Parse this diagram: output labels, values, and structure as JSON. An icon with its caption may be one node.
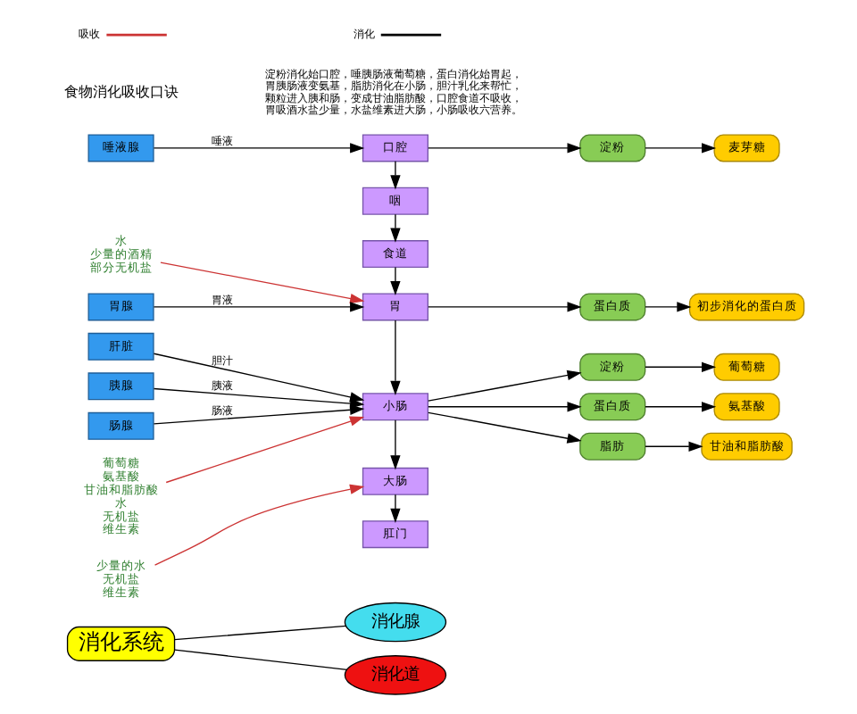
{
  "diagram": {
    "nodes": [
      {
        "text": [
          "消化系统"
        ]
      },
      {
        "text": [
          "消化腺"
        ]
      },
      {
        "text": [
          "消化道"
        ]
      },
      {
        "text": [
          "唾液腺"
        ]
      },
      {
        "text": [
          "口腔"
        ]
      },
      {
        "text": [
          "淀粉"
        ]
      },
      {
        "text": [
          "麦芽糖"
        ]
      },
      {
        "text": [
          "咽"
        ]
      },
      {
        "text": [
          "水",
          "少量的酒精",
          "部分无机盐"
        ]
      },
      {
        "text": [
          "食道"
        ]
      },
      {
        "text": [
          "胃腺"
        ]
      },
      {
        "text": [
          "胃"
        ]
      },
      {
        "text": [
          "蛋白质"
        ]
      },
      {
        "text": [
          "初步消化的蛋白质"
        ]
      },
      {
        "text": [
          "肝脏"
        ]
      },
      {
        "text": [
          "淀粉"
        ]
      },
      {
        "text": [
          "葡萄糖"
        ]
      },
      {
        "text": [
          "胰腺"
        ]
      },
      {
        "text": [
          "小肠"
        ]
      },
      {
        "text": [
          "蛋白质"
        ]
      },
      {
        "text": [
          "氨基酸"
        ]
      },
      {
        "text": [
          "肠腺"
        ]
      },
      {
        "text": [
          "脂肪"
        ]
      },
      {
        "text": [
          "甘油和脂肪酸"
        ]
      },
      {
        "text": [
          "葡萄糖",
          "氨基酸",
          "甘油和脂肪酸",
          "水",
          "无机盐",
          "维生素"
        ]
      },
      {
        "text": [
          "大肠"
        ]
      },
      {
        "text": [
          "少量的水",
          "无机盐",
          "维生素"
        ]
      },
      {
        "text": [
          "肛门"
        ]
      }
    ],
    "edges": [
      {
        "from": 0,
        "to": 1,
        "arrow": "none"
      },
      {
        "from": 0,
        "to": 2,
        "arrow": "none"
      },
      {
        "from": 3,
        "to": 4,
        "arrow": "to",
        "label": "唾液"
      },
      {
        "from": 4,
        "to": 5,
        "arrow": "to"
      },
      {
        "from": 5,
        "to": 6,
        "arrow": "to"
      },
      {
        "from": 4,
        "to": 7,
        "arrow": "to"
      },
      {
        "from": 7,
        "to": 9,
        "arrow": "to"
      },
      {
        "from": 9,
        "to": 11,
        "arrow": "to"
      },
      {
        "from": 10,
        "to": 11,
        "arrow": "to",
        "label": "胃液"
      },
      {
        "from": 8,
        "to": 11,
        "arrow": "to",
        "color": "#cc3333"
      },
      {
        "from": 11,
        "to": 12,
        "arrow": "to"
      },
      {
        "from": 12,
        "to": 13,
        "arrow": "to"
      },
      {
        "from": 11,
        "to": 18,
        "arrow": "to"
      },
      {
        "from": 14,
        "to": 18,
        "arrow": "to",
        "label": "胆汁"
      },
      {
        "from": 17,
        "to": 18,
        "arrow": "to",
        "label": "胰液"
      },
      {
        "from": 21,
        "to": 18,
        "arrow": "to",
        "label": "肠液"
      },
      {
        "from": 24,
        "to": 18,
        "arrow": "to",
        "color": "#cc3333"
      },
      {
        "from": 18,
        "to": 15,
        "arrow": "to"
      },
      {
        "from": 15,
        "to": 16,
        "arrow": "to"
      },
      {
        "from": 18,
        "to": 19,
        "arrow": "to"
      },
      {
        "from": 19,
        "to": 20,
        "arrow": "to"
      },
      {
        "from": 18,
        "to": 22,
        "arrow": "to"
      },
      {
        "from": 22,
        "to": 23,
        "arrow": "to"
      },
      {
        "from": 18,
        "to": 25,
        "arrow": "to"
      },
      {
        "from": 26,
        "to": 25,
        "arrow": "to",
        "color": "#cc3333"
      },
      {
        "from": 25,
        "to": 27,
        "arrow": "to"
      }
    ],
    "labels": [
      "食物消化吸收口诀",
      "淀粉消化始口腔，唾胰肠液葡萄糖，蛋白消化始胃起，胃胰肠液变氨基，脂肪消化在小肠，胆汁乳化来帮忙，颗粒进入胰和肠，变成甘油脂肪酸，口腔食道不吸收，胃吸酒水盐少量，水盐维素进大肠，小肠吸收六营养。"
    ],
    "legend": [
      {
        "text": "吸收"
      },
      {
        "text": "消化"
      }
    ]
  }
}
